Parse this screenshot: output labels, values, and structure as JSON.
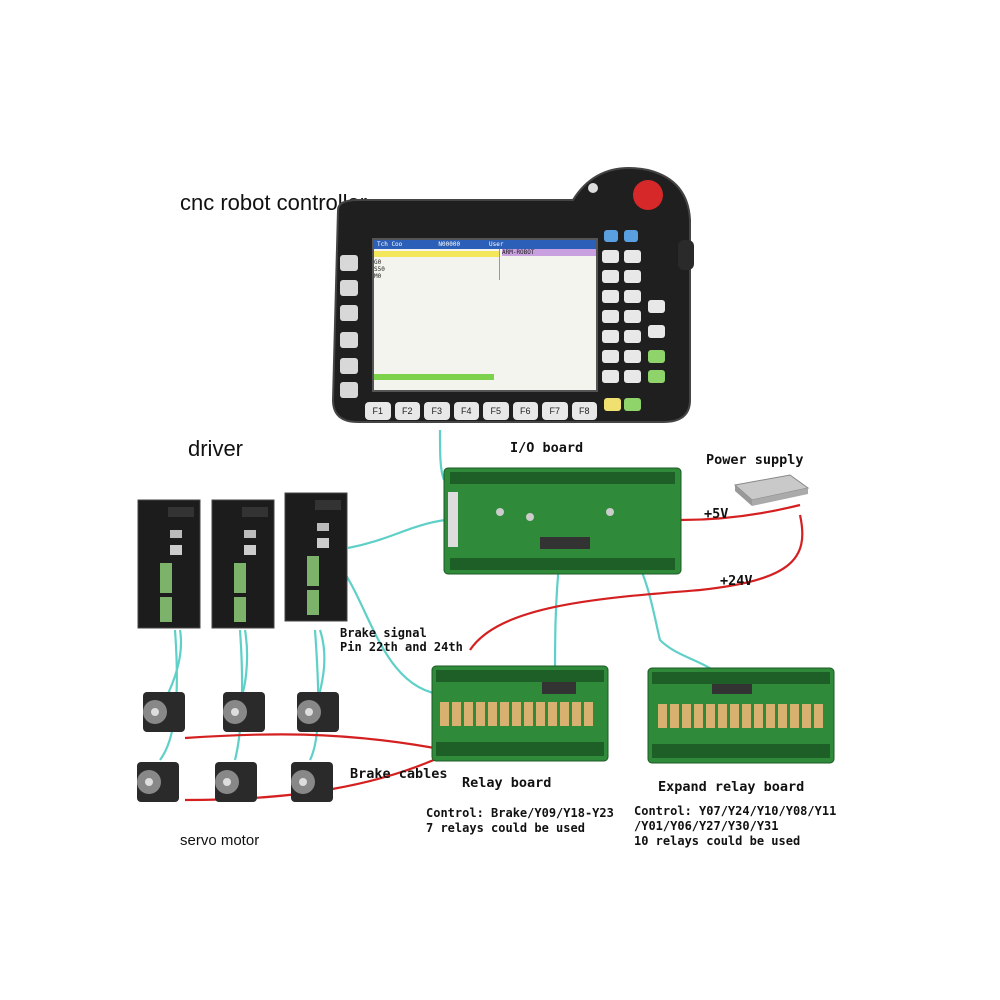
{
  "labels": {
    "controller": "cnc robot controller",
    "driver": "driver",
    "io_board": "I/O board",
    "power_supply": "Power supply",
    "plus5v": "+5V",
    "plus24v": "+24V",
    "brake_signal_line1": "Brake signal",
    "brake_signal_line2": "Pin 22th and 24th",
    "brake_cables": "Brake cables",
    "relay_board": "Relay board",
    "expand_relay_board": "Expand relay board",
    "servo_motor": "servo motor",
    "relay_control_line1": "Control: Brake/Y09/Y18-Y23",
    "relay_control_line2": "7 relays could be used",
    "expand_control_line1": "Control: Y07/Y24/Y10/Y08/Y11",
    "expand_control_line2": "/Y01/Y06/Y27/Y30/Y31",
    "expand_control_line3": "10 relays could be used"
  },
  "controller_screen": {
    "header_left": "Tch Coo",
    "header_mid": "N00000",
    "header_right": "User",
    "program": "ARM-ROBOT",
    "lines": [
      "G0",
      "S50",
      "M0"
    ],
    "fkeys": [
      "F1",
      "F2",
      "F3",
      "F4",
      "F5",
      "F6",
      "F7",
      "F8"
    ]
  },
  "colors": {
    "signal_wire": "#5fd0c8",
    "power_wire": "#d42020",
    "board_green": "#2f8a3a",
    "device_dark": "#1c1c1c"
  }
}
